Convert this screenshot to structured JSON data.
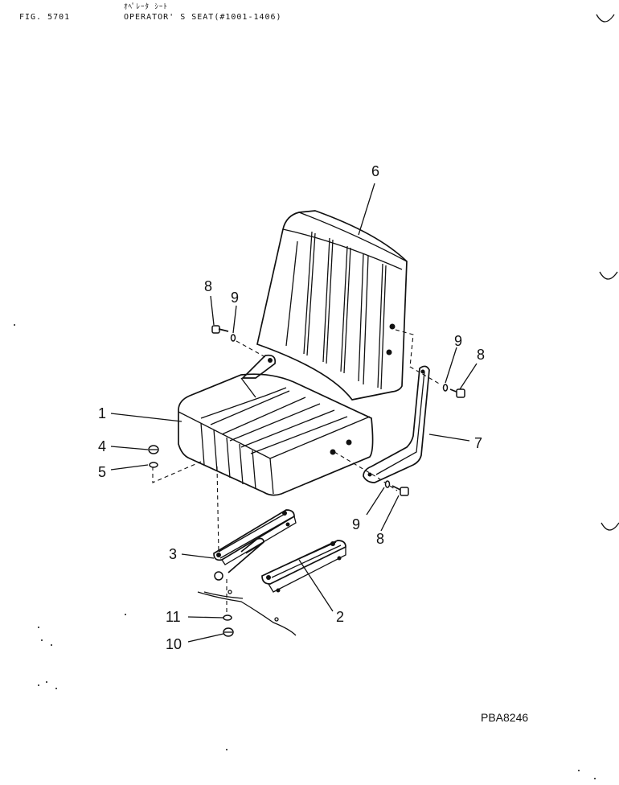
{
  "header": {
    "figure": "FIG. 5701",
    "title_jp": "ｵﾍﾟﾚｰﾀ ｼｰﾄ",
    "title_en": "OPERATOR' S SEAT(#1001-1406)"
  },
  "callouts": [
    "1",
    "2",
    "3",
    "4",
    "5",
    "6",
    "7",
    "8",
    "8",
    "8",
    "9",
    "9",
    "9",
    "10",
    "11"
  ],
  "reference_code": "PBA8246"
}
